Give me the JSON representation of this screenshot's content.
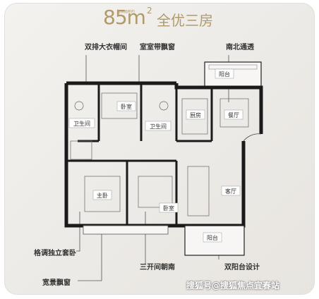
{
  "title": {
    "area": "85m",
    "sup": "2",
    "small": "建筑面积约",
    "text": "全优三房"
  },
  "callouts": {
    "wardrobe": "双排大衣帽间",
    "bay_bedroom": "室室带飘窗",
    "ventilation": "南北通透",
    "master_suite": "格调独立套卧",
    "bay_window": "宽景飘窗",
    "south_rooms": "三开间朝南",
    "double_balcony": "双阳台设计"
  },
  "rooms": {
    "balcony_top": "阳台",
    "bathroom_left": "卫生间",
    "bedroom_top": "卧室",
    "bathroom_right": "卫生间",
    "kitchen": "厨房",
    "dining": "餐厅",
    "master": "主卧",
    "bedroom_bottom": "卧室",
    "living": "客厅",
    "balcony_bottom": "阳台"
  },
  "watermark": "搜狐号@搜狐焦点宜春站",
  "colors": {
    "accent": "#b09a6b",
    "wall": "#1a1a1a",
    "room_label_bg": "#ffffff"
  }
}
